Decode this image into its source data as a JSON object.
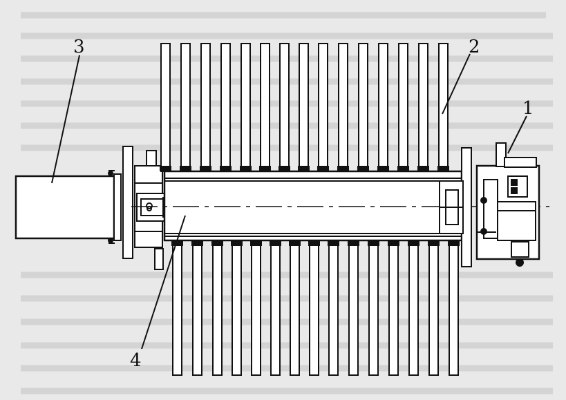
{
  "labels": {
    "part_1": "1",
    "part_2": "2",
    "part_3": "3",
    "part_4": "4"
  },
  "colors": {
    "background": "#e9e9e9",
    "ink": "#111111",
    "paper_text": "#b8b8b8"
  }
}
